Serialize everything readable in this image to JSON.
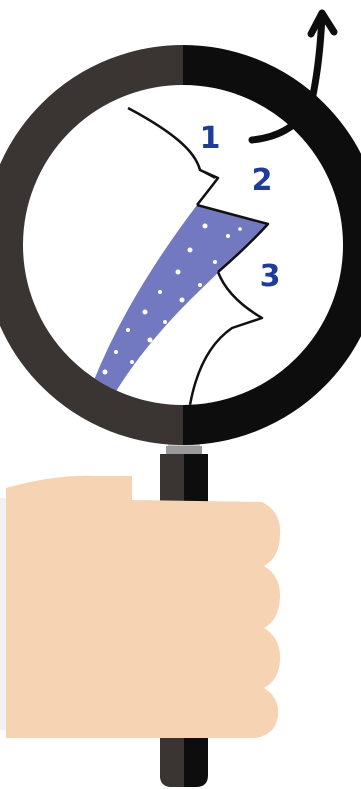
{
  "labels": {
    "one": "1",
    "two": "2",
    "three": "3"
  },
  "colors": {
    "background": "#ffffff",
    "label": "#1f3c99",
    "ring_left": "#3a3533",
    "ring_right": "#0d0d0d",
    "stripe": "#7279c0",
    "hand": "#f6d4b3",
    "arrow": "#0d0d0d"
  },
  "icons": [
    "magnifying-glass-icon",
    "hand-icon",
    "curved-arrow-icon"
  ]
}
